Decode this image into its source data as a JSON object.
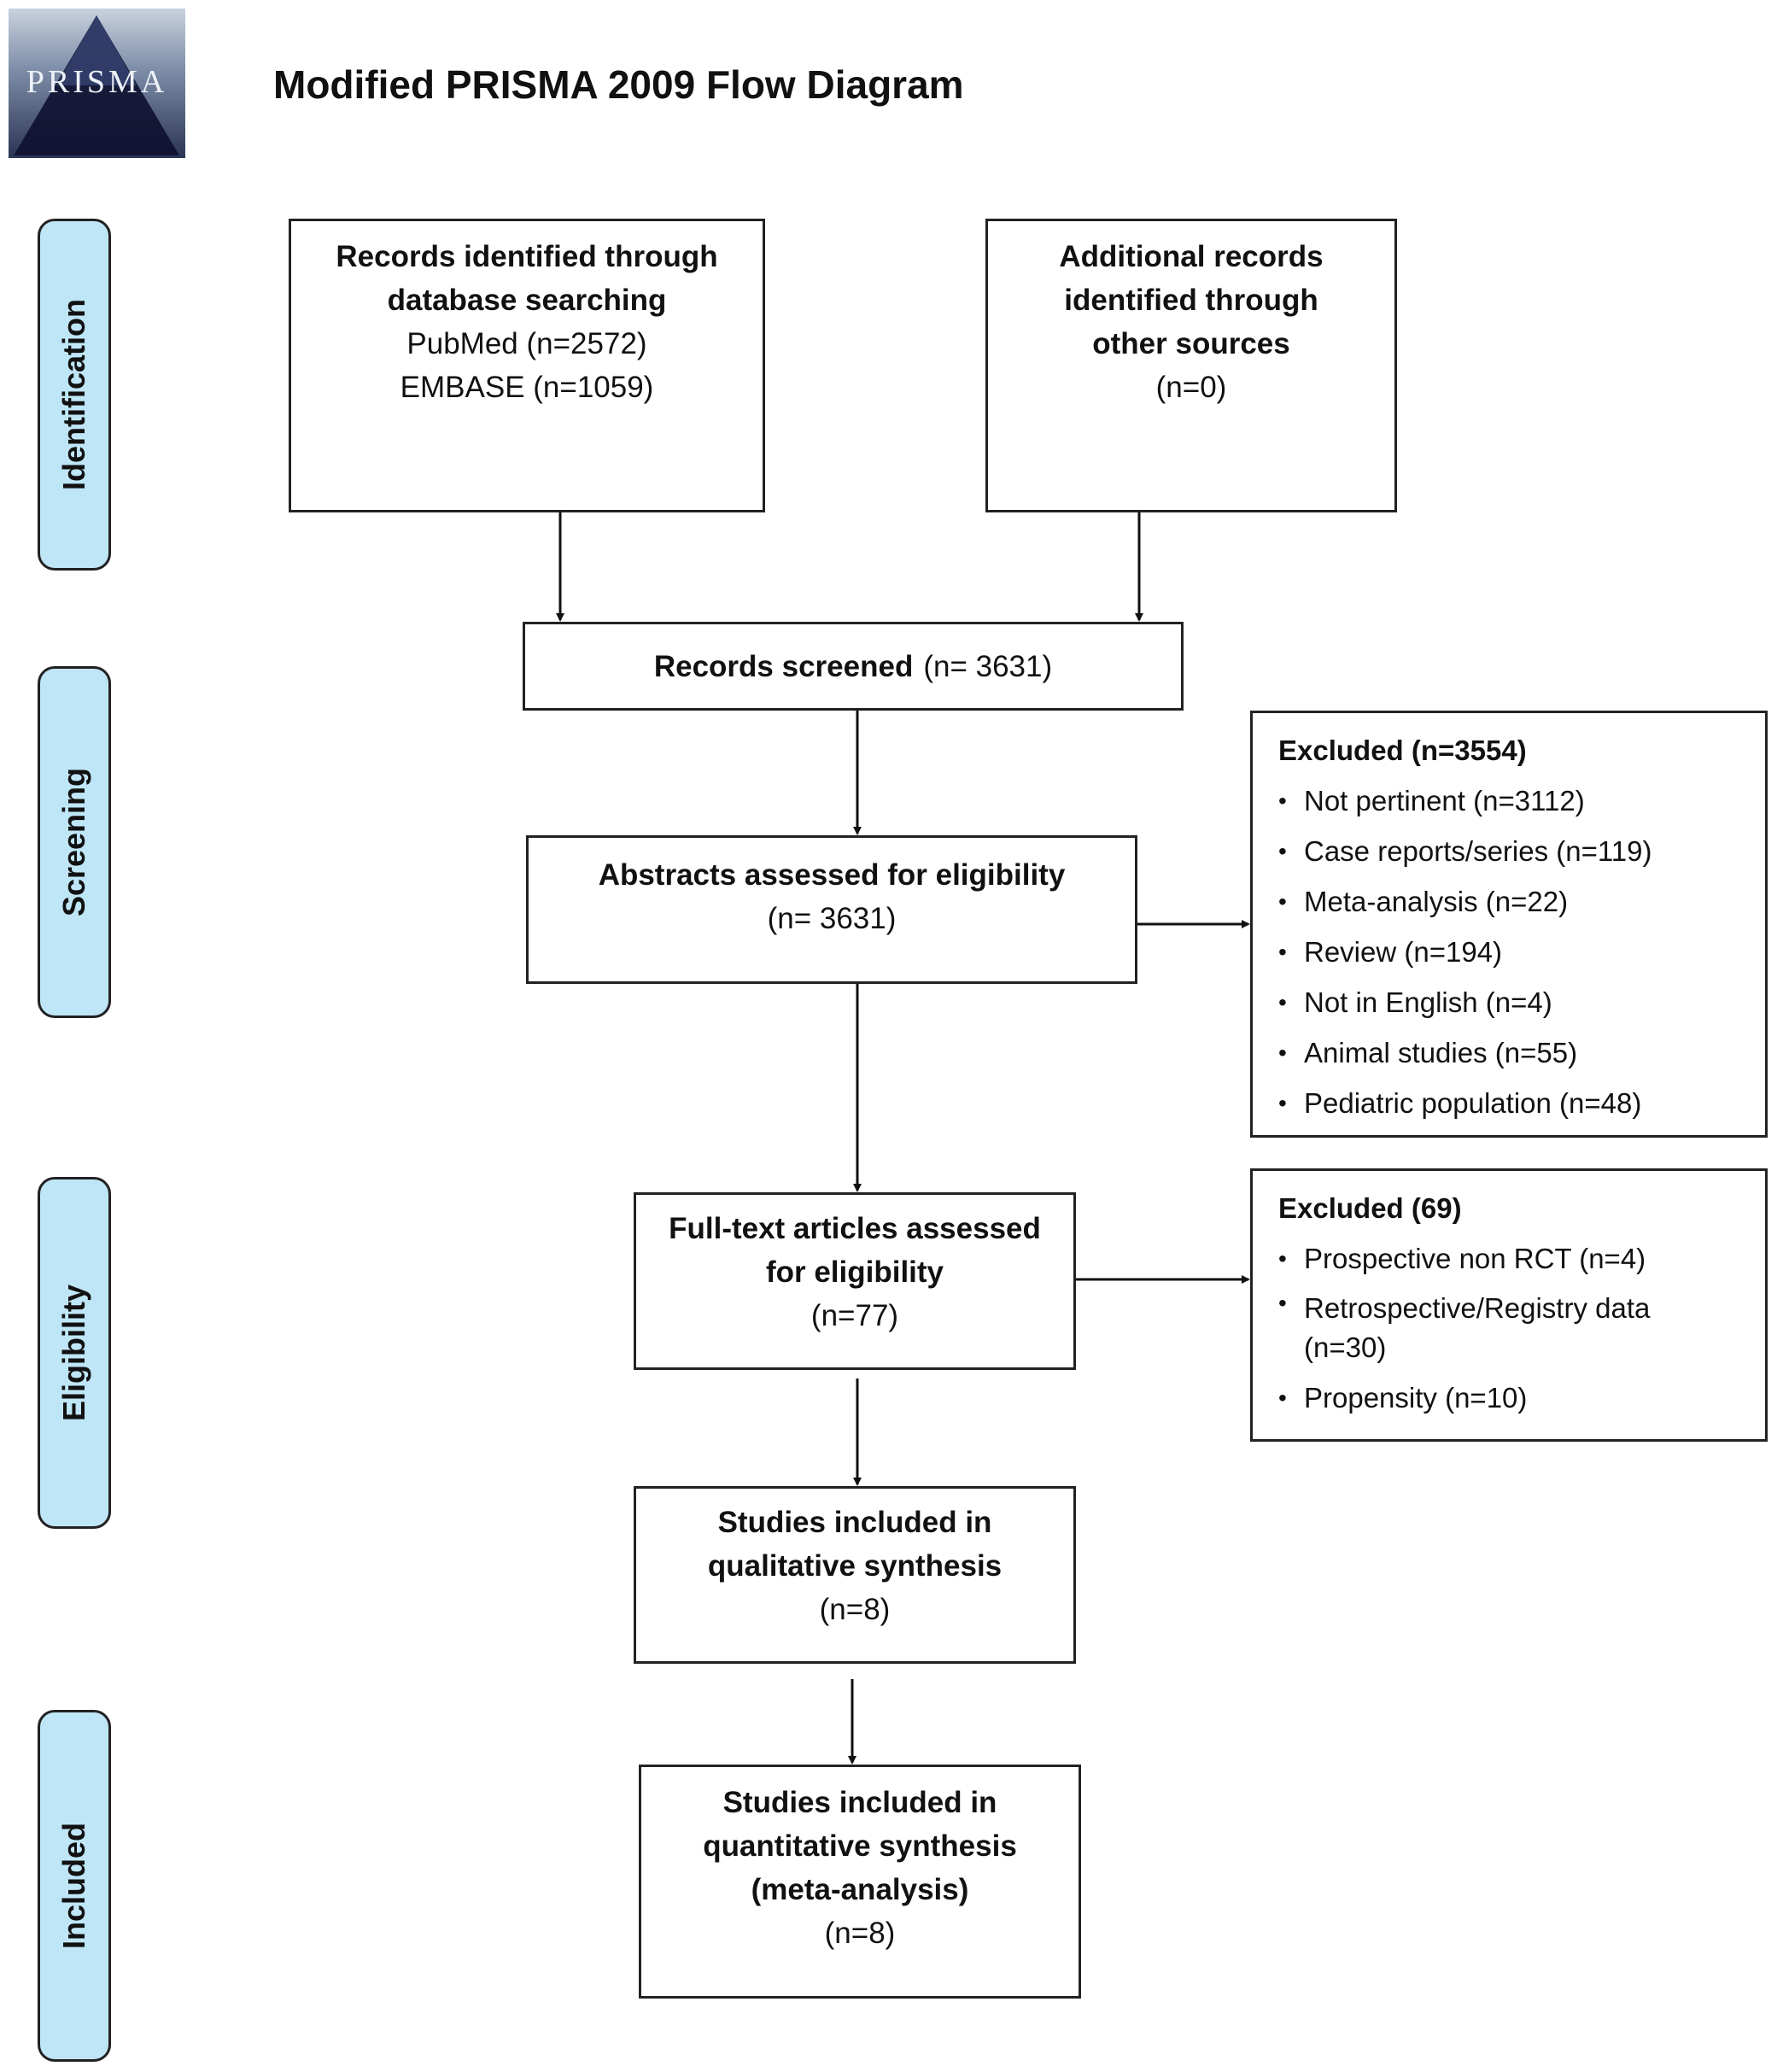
{
  "logo": {
    "text": "PRISMA"
  },
  "title": "Modified PRISMA 2009 Flow Diagram",
  "stages": {
    "identification": "Identification",
    "screening": "Screening",
    "eligibility": "Eligibility",
    "included": "Included"
  },
  "boxes": {
    "database": {
      "line1": "Records identified through",
      "line2": "database searching",
      "line3": "PubMed (n=2572)",
      "line4": "EMBASE (n=1059)"
    },
    "other": {
      "line1": "Additional records",
      "line2": "identified through",
      "line3": "other sources",
      "line4": "(n=0)"
    },
    "screened": {
      "label": "Records screened",
      "count": "(n= 3631)"
    },
    "abstracts": {
      "line1": "Abstracts assessed for eligibility",
      "line2": "(n= 3631)"
    },
    "fulltext": {
      "line1": "Full-text articles assessed",
      "line2": "for eligibility",
      "line3": "(n=77)"
    },
    "qualitative": {
      "line1": "Studies included in",
      "line2": "qualitative synthesis",
      "line3": "(n=8)"
    },
    "quantitative": {
      "line1": "Studies included in",
      "line2": "quantitative synthesis",
      "line3": "(meta-analysis)",
      "line4": "(n=8)"
    }
  },
  "excluded_screening": {
    "header": "Excluded (n=3554)",
    "items": [
      "Not pertinent (n=3112)",
      "Case reports/series (n=119)",
      "Meta-analysis (n=22)",
      "Review (n=194)",
      "Not in English (n=4)",
      "Animal studies (n=55)",
      "Pediatric population (n=48)"
    ]
  },
  "excluded_eligibility": {
    "header": "Excluded (69)",
    "items": [
      "Prospective non RCT (n=4)",
      "Retrospective/Registry data (n=30)",
      "Propensity (n=10)"
    ]
  }
}
